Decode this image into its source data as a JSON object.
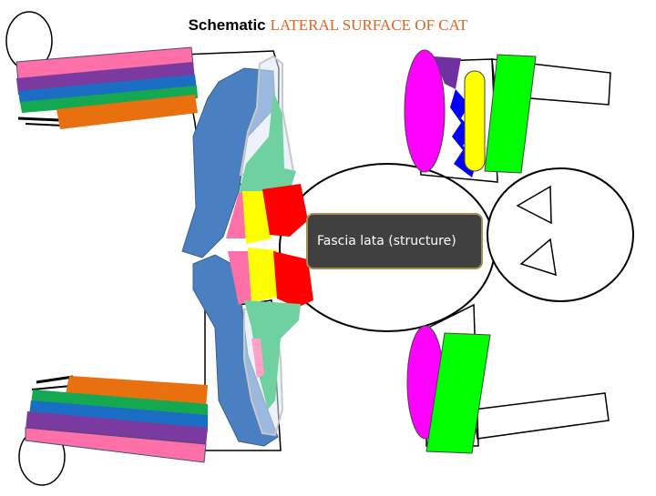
{
  "title": {
    "bold": "Schematic",
    "colored": "LATERAL SURFACE OF CAT"
  },
  "tooltip": {
    "text": "Fascia lata (structure)"
  },
  "colors": {
    "pink": "#ff6fa8",
    "purple": "#7a3aa0",
    "blue": "#1a6fc4",
    "green": "#14a850",
    "orange": "#e8700e",
    "steel": "#4a7fc1",
    "mint": "#6fd0a0",
    "yellow": "#ffff00",
    "red": "#ff0000",
    "magenta": "#ff00ff",
    "lime": "#00ff00",
    "royal": "#0000ff",
    "violet": "#7030a0",
    "tooltip_bg": "#404040",
    "title_accent": "#e0641c"
  }
}
